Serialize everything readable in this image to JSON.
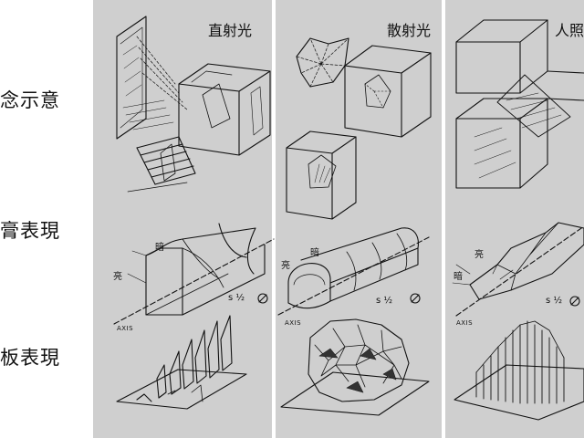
{
  "row_labels": [
    "念示意",
    "膏表現",
    "板表現"
  ],
  "columns": [
    {
      "title": "直射光",
      "bright": "亮",
      "dark": "暗",
      "scale": "s ½",
      "axis": "AXIS"
    },
    {
      "title": "散射光",
      "bright": "亮",
      "dark": "暗",
      "scale": "s ½",
      "axis": "AXIS"
    },
    {
      "title": "人照",
      "bright": "亮",
      "dark": "暗",
      "scale": "s ½",
      "axis": "AXIS"
    }
  ]
}
